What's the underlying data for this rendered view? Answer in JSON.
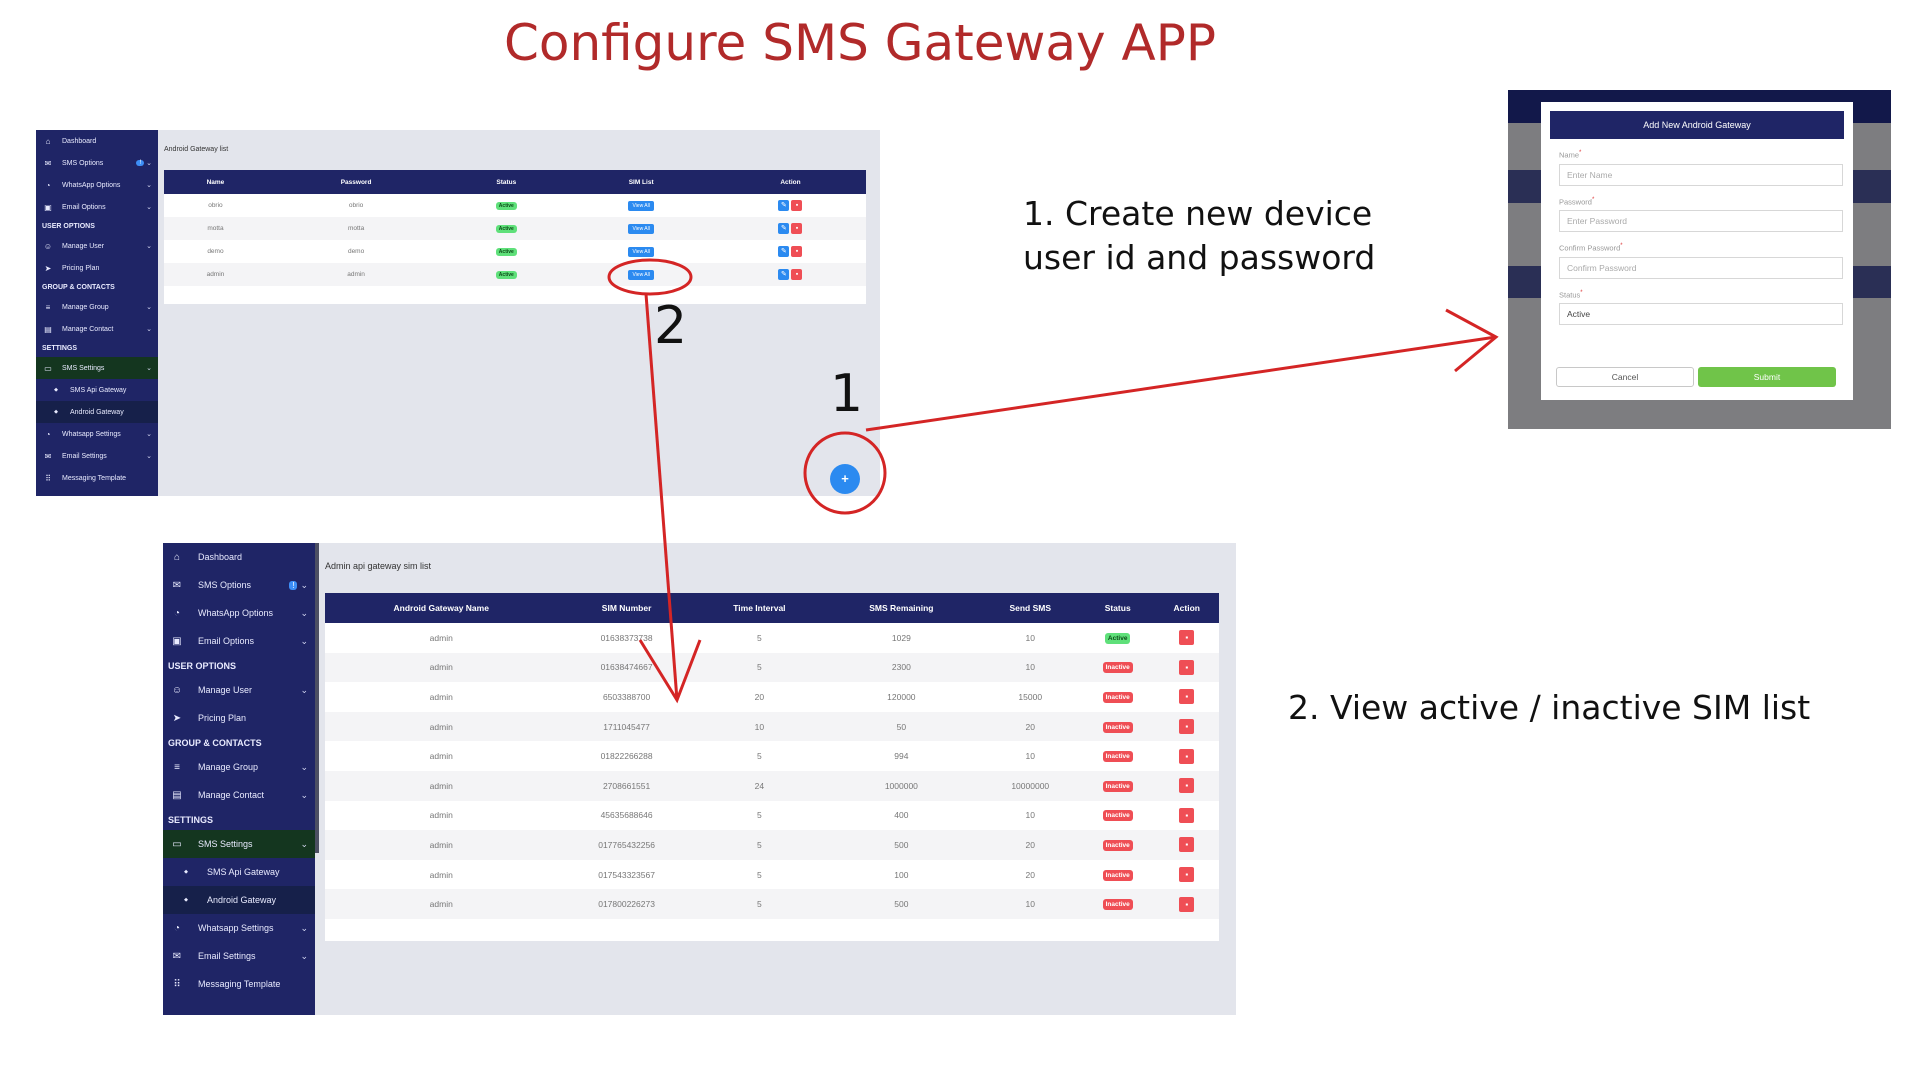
{
  "title": "Configure SMS Gateway APP",
  "steps": {
    "step1_line1": "1. Create new device",
    "step1_line2": "user id and password",
    "step2": "2. View active / inactive SIM list",
    "marker1": "1",
    "marker2": "2"
  },
  "panel1": {
    "sidebar": [
      {
        "type": "item",
        "icon": "home-icon",
        "glyph": "⌂",
        "label": "Dashboard"
      },
      {
        "type": "item",
        "icon": "mail-icon",
        "glyph": "✉",
        "label": "SMS Options",
        "badge": "!",
        "chevron": true
      },
      {
        "type": "item",
        "icon": "whatsapp-icon",
        "glyph": "◔",
        "label": "WhatsApp Options",
        "chevron": true
      },
      {
        "type": "item",
        "icon": "email-icon",
        "glyph": "▣",
        "label": "Email Options",
        "chevron": true
      },
      {
        "type": "head",
        "label": "USER OPTIONS"
      },
      {
        "type": "item",
        "icon": "user-icon",
        "glyph": "☺",
        "label": "Manage User",
        "chevron": true
      },
      {
        "type": "item",
        "icon": "send-icon",
        "glyph": "➤",
        "label": "Pricing Plan"
      },
      {
        "type": "head",
        "label": "GROUP & CONTACTS"
      },
      {
        "type": "item",
        "icon": "list-icon",
        "glyph": "≡",
        "label": "Manage Group",
        "chevron": true
      },
      {
        "type": "item",
        "icon": "contacts-icon",
        "glyph": "▤",
        "label": "Manage Contact",
        "chevron": true
      },
      {
        "type": "head",
        "label": "SETTINGS"
      },
      {
        "type": "item",
        "icon": "sms-icon",
        "glyph": "▭",
        "label": "SMS Settings",
        "chevron": true,
        "active": true
      },
      {
        "type": "sub",
        "label": "SMS Api Gateway"
      },
      {
        "type": "sub",
        "label": "Android Gateway",
        "selected": true
      },
      {
        "type": "item",
        "icon": "whatsapp-icon",
        "glyph": "◔",
        "label": "Whatsapp Settings",
        "chevron": true
      },
      {
        "type": "item",
        "icon": "mail-icon",
        "glyph": "✉",
        "label": "Email Settings",
        "chevron": true
      },
      {
        "type": "item",
        "icon": "grid-icon",
        "glyph": "⠿",
        "label": "Messaging Template"
      }
    ],
    "page_title": "Android Gateway list",
    "columns": [
      "Name",
      "Password",
      "Status",
      "SIM List",
      "Action"
    ],
    "rows": [
      {
        "name": "obrio",
        "password": "obrio",
        "status": "Active",
        "sim": "View All"
      },
      {
        "name": "motta",
        "password": "motta",
        "status": "Active",
        "sim": "View All"
      },
      {
        "name": "demo",
        "password": "demo",
        "status": "Active",
        "sim": "View All"
      },
      {
        "name": "admin",
        "password": "admin",
        "status": "Active",
        "sim": "View All"
      }
    ],
    "fab": "+"
  },
  "modal": {
    "title": "Add New Android Gateway",
    "fields": [
      {
        "label": "Name",
        "placeholder": "Enter Name",
        "value": ""
      },
      {
        "label": "Password",
        "placeholder": "Enter Password",
        "value": ""
      },
      {
        "label": "Confirm Password",
        "placeholder": "Confirm Password",
        "value": ""
      },
      {
        "label": "Status",
        "placeholder": "",
        "value": "Active"
      }
    ],
    "required_mark": "*",
    "cancel": "Cancel",
    "submit": "Submit"
  },
  "panel2": {
    "page_title": "Admin api gateway sim list",
    "columns": [
      "Android Gateway Name",
      "SIM Number",
      "Time Interval",
      "SMS Remaining",
      "Send SMS",
      "Status",
      "Action"
    ],
    "rows": [
      {
        "name": "admin",
        "sim": "01638373738",
        "interval": "5",
        "remaining": "1029",
        "send": "10",
        "status": "Active"
      },
      {
        "name": "admin",
        "sim": "01638474667",
        "interval": "5",
        "remaining": "2300",
        "send": "10",
        "status": "Inactive"
      },
      {
        "name": "admin",
        "sim": "6503388700",
        "interval": "20",
        "remaining": "120000",
        "send": "15000",
        "status": "Inactive"
      },
      {
        "name": "admin",
        "sim": "1711045477",
        "interval": "10",
        "remaining": "50",
        "send": "20",
        "status": "Inactive"
      },
      {
        "name": "admin",
        "sim": "01822266288",
        "interval": "5",
        "remaining": "994",
        "send": "10",
        "status": "Inactive"
      },
      {
        "name": "admin",
        "sim": "2708661551",
        "interval": "24",
        "remaining": "1000000",
        "send": "10000000",
        "status": "Inactive"
      },
      {
        "name": "admin",
        "sim": "45635688646",
        "interval": "5",
        "remaining": "400",
        "send": "10",
        "status": "Inactive"
      },
      {
        "name": "admin",
        "sim": "017765432256",
        "interval": "5",
        "remaining": "500",
        "send": "20",
        "status": "Inactive"
      },
      {
        "name": "admin",
        "sim": "017543323567",
        "interval": "5",
        "remaining": "100",
        "send": "20",
        "status": "Inactive"
      },
      {
        "name": "admin",
        "sim": "017800226273",
        "interval": "5",
        "remaining": "500",
        "send": "10",
        "status": "Inactive"
      }
    ]
  },
  "colors": {
    "title": "#b12a2a",
    "annotation": "#d42525",
    "sidebar": "#1f2566",
    "active": "#5fe07a",
    "inactive": "#ef4e55",
    "primary": "#2b8af0",
    "submit": "#70c449"
  }
}
